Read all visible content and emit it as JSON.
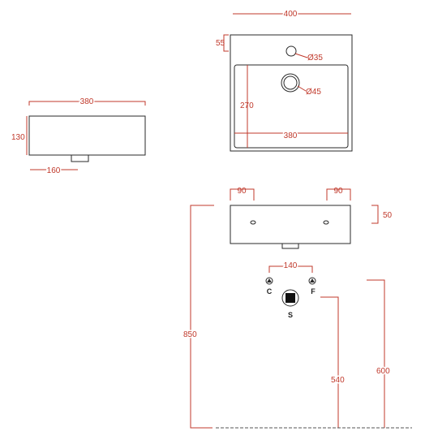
{
  "colors": {
    "dimension": "#c0392b",
    "outline": "#2a2a2a",
    "background": "#ffffff"
  },
  "top_view": {
    "width_dim": "400",
    "hole_offset_dim": "55",
    "tap_hole_dim": "Ø35",
    "drain_dim": "Ø45",
    "basin_depth_dim": "270",
    "basin_width_dim": "380"
  },
  "side_view": {
    "width_dim": "380",
    "height_dim": "130",
    "drain_offset_dim": "160"
  },
  "front_view": {
    "left_offset_dim": "90",
    "right_offset_dim": "90",
    "thickness_dim": "50",
    "spacing_dim": "140",
    "cold_label": "C",
    "hot_label": "F",
    "drain_label": "S",
    "floor_height_dim": "850",
    "supply_height_dim": "540",
    "drain_height_dim": "600"
  }
}
